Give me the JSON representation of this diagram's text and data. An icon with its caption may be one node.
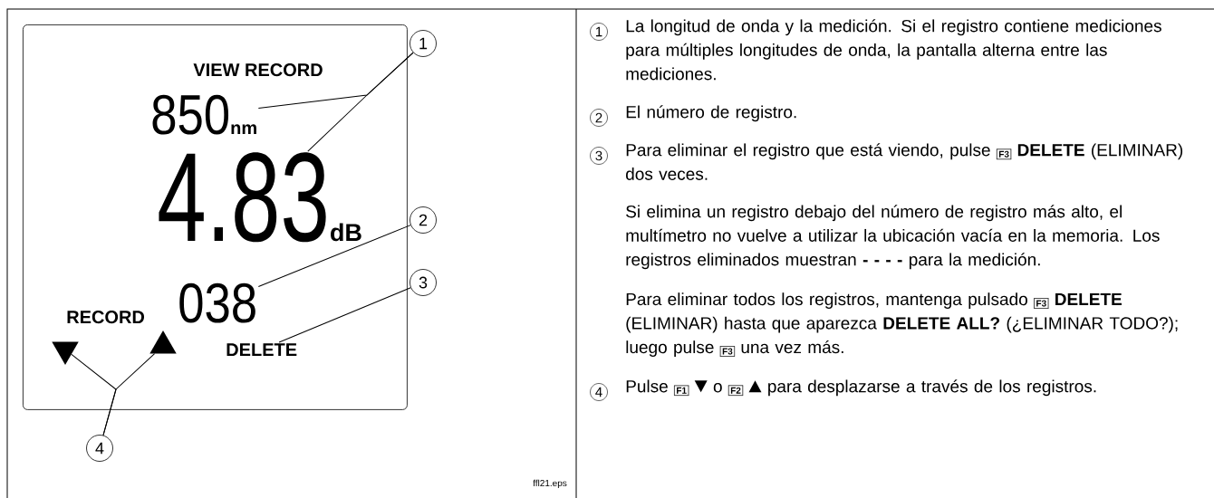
{
  "diagram": {
    "nodes": [
      {
        "text": [],
        "shape": "box"
      },
      {
        "text": [
          "850",
          "nm"
        ],
        "in": 0
      },
      {
        "text": [
          "4.83",
          "dB"
        ],
        "in": 0
      },
      {
        "text": [
          "038"
        ],
        "in": 0
      },
      {
        "text": [
          "DELETE"
        ],
        "in": 0
      },
      {
        "text": [],
        "shape": "triangle",
        "in": 0
      },
      {
        "text": [],
        "shape": "triangle",
        "in": 0
      },
      {
        "text": [
          "1"
        ]
      },
      {
        "text": [
          "2"
        ]
      },
      {
        "text": [
          "3"
        ]
      },
      {
        "text": [
          "4"
        ]
      }
    ],
    "edges": [
      {
        "from": 7,
        "to": 1,
        "arrow": "none"
      },
      {
        "from": 7,
        "to": 2,
        "arrow": "none"
      },
      {
        "from": 8,
        "to": 3,
        "arrow": "none"
      },
      {
        "from": 9,
        "to": 4,
        "arrow": "none"
      },
      {
        "from": 10,
        "to": 5,
        "arrow": "none"
      },
      {
        "from": 10,
        "to": 6,
        "arrow": "none"
      }
    ],
    "labels": [
      "VIEW RECORD",
      "RECORD",
      "ffl21.eps",
      "1",
      "La longitud de onda y la medición. Si el registro contiene mediciones para múltiples longitudes de onda, la pantalla alterna entre las mediciones.",
      "2",
      "El número de registro.",
      "3",
      "Para eliminar el registro que está viendo, pulse",
      "F3",
      "**DELETE** (ELIMINAR) dos veces.",
      "Si elimina un registro debajo del número de registro más alto, el multímetro no vuelve a utilizar la ubicación vacía en la memoria. Los registros eliminados muestran",
      "- - - -",
      "para la medición.",
      "Para eliminar todos los registros, mantenga pulsado",
      "F3",
      "**DELETE** (ELIMINAR) hasta que aparezca **DELETE ALL?** (¿ELIMINAR TODO?); luego pulse",
      "F3",
      "una vez más.",
      "4",
      "Pulse",
      "F1",
      "o",
      "F2",
      "para desplazarse a través de los registros."
    ]
  }
}
